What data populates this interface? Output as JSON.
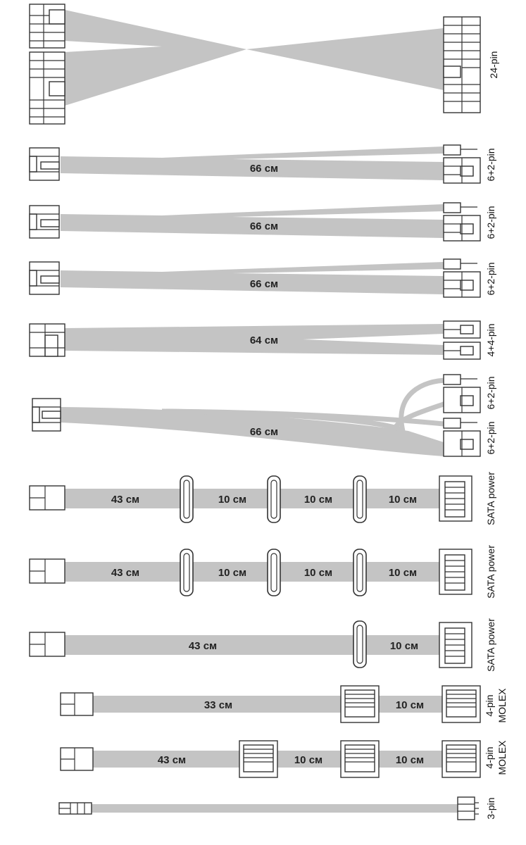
{
  "colors": {
    "cable": "#c4c4c4",
    "outline": "#333333",
    "fill": "#ffffff",
    "text": "#222222"
  },
  "cables": [
    {
      "id": "atx24",
      "type": "atx24",
      "connector_label": "24-pin",
      "lengths": []
    },
    {
      "id": "pcie1",
      "type": "pcie",
      "connector_label": "6+2-pin",
      "lengths": [
        "66 см"
      ]
    },
    {
      "id": "pcie2",
      "type": "pcie",
      "connector_label": "6+2-pin",
      "lengths": [
        "66 см"
      ]
    },
    {
      "id": "pcie3",
      "type": "pcie",
      "connector_label": "6+2-pin",
      "lengths": [
        "66 см"
      ]
    },
    {
      "id": "cpu",
      "type": "cpu",
      "connector_label": "4+4-pin",
      "lengths": [
        "64 см"
      ]
    },
    {
      "id": "pcie-dual",
      "type": "pcie-dual",
      "connector_labels": [
        "6+2-pin",
        "6+2-pin"
      ],
      "lengths": [
        "66 см"
      ]
    },
    {
      "id": "sata1",
      "type": "sata",
      "connector_label": "SATA power",
      "lengths": [
        "43 см",
        "10 см",
        "10 см",
        "10 см"
      ]
    },
    {
      "id": "sata2",
      "type": "sata",
      "connector_label": "SATA power",
      "lengths": [
        "43 см",
        "10 см",
        "10 см",
        "10 см"
      ]
    },
    {
      "id": "sata3",
      "type": "sata",
      "connector_label": "SATA power",
      "lengths": [
        "43 см",
        "10 см"
      ]
    },
    {
      "id": "molex1",
      "type": "molex",
      "connector_label": [
        "4-pin",
        "MOLEX"
      ],
      "lengths": [
        "33 см",
        "10 см"
      ]
    },
    {
      "id": "molex2",
      "type": "molex",
      "connector_label": [
        "4-pin",
        "MOLEX"
      ],
      "lengths": [
        "43 см",
        "10 см",
        "10 см"
      ]
    },
    {
      "id": "fan3",
      "type": "fan",
      "connector_label": "3-pin",
      "lengths": []
    }
  ]
}
